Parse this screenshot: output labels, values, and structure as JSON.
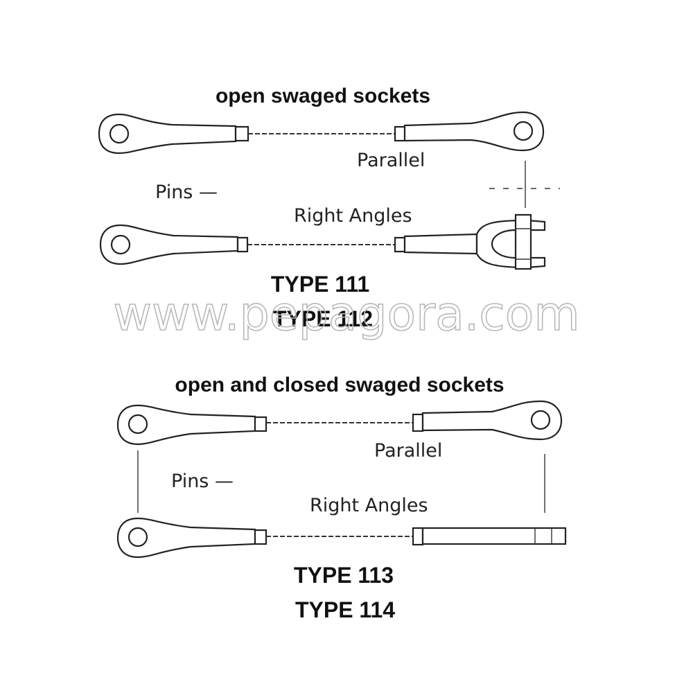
{
  "groups": [
    {
      "heading": "open swaged sockets",
      "parallel_label": "Parallel",
      "pins_label": "Pins —",
      "right_angles_label": "Right Angles",
      "type_a": "TYPE 111",
      "type_b": "TYPE 112"
    },
    {
      "heading": "open and closed swaged sockets",
      "parallel_label": "Parallel",
      "pins_label": "Pins —",
      "right_angles_label": "Right Angles",
      "type_a": "TYPE 113",
      "type_b": "TYPE 114"
    }
  ],
  "watermark": "www.pepagora.com"
}
